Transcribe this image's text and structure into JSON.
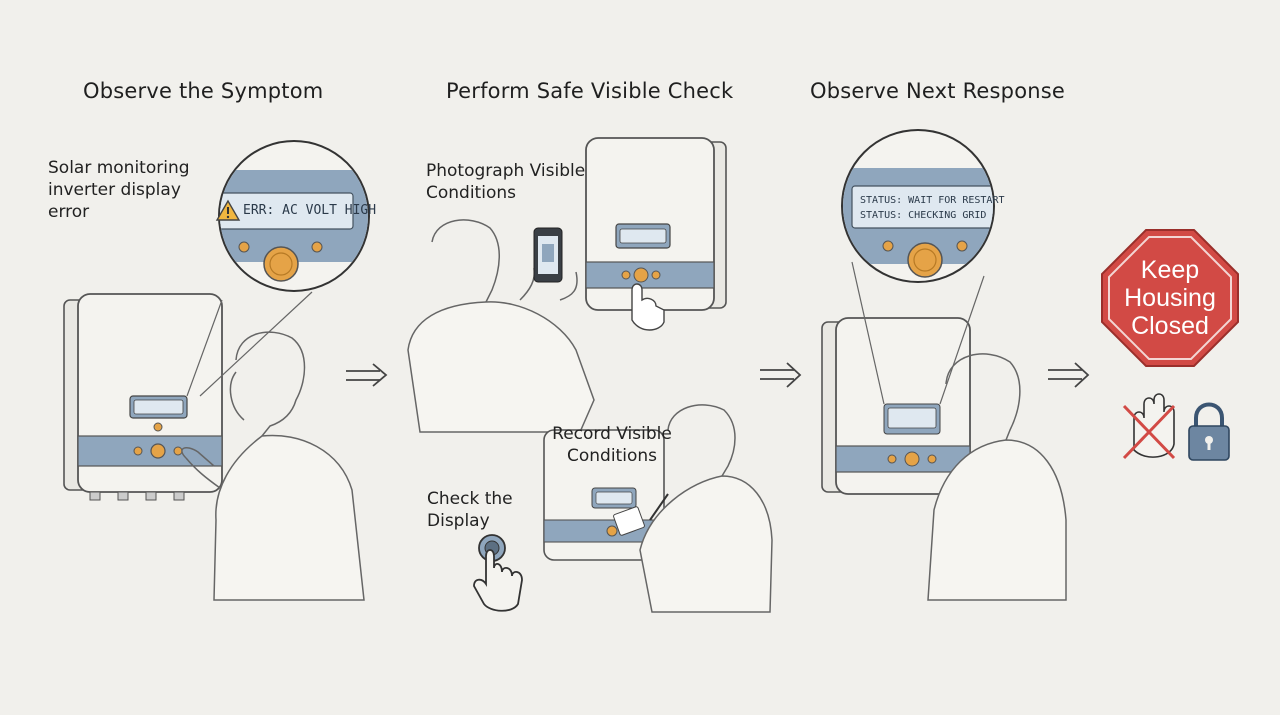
{
  "steps": [
    {
      "title": "Observe the Symptom"
    },
    {
      "title": "Perform Safe Visible Check"
    },
    {
      "title": "Observe Next Response"
    }
  ],
  "notes": {
    "symptom": "Solar monitoring inverter display error",
    "photograph": "Photograph Visible Conditions",
    "record": "Record Visible Conditions",
    "check_display": "Check the Display"
  },
  "displays": {
    "error": "ERR: AC VOLT HIGH",
    "status_line_1": "STATUS: WAIT FOR RESTART",
    "status_line_2": "STATUS: CHECKING GRID"
  },
  "stop_sign": {
    "line_1": "Keep",
    "line_2": "Housing",
    "line_3": "Closed"
  },
  "icons": [
    "warning-icon",
    "arrow-right-icon",
    "stop-sign-icon",
    "no-touch-icon",
    "padlock-icon",
    "press-hand-icon"
  ],
  "colors": {
    "background": "#f1f0ec",
    "panel_blue": "#8fa6bd",
    "screen": "#dfe8f0",
    "button_orange": "#e5a347",
    "stop_red": "#d24a45",
    "warning_yellow": "#f0b640"
  }
}
